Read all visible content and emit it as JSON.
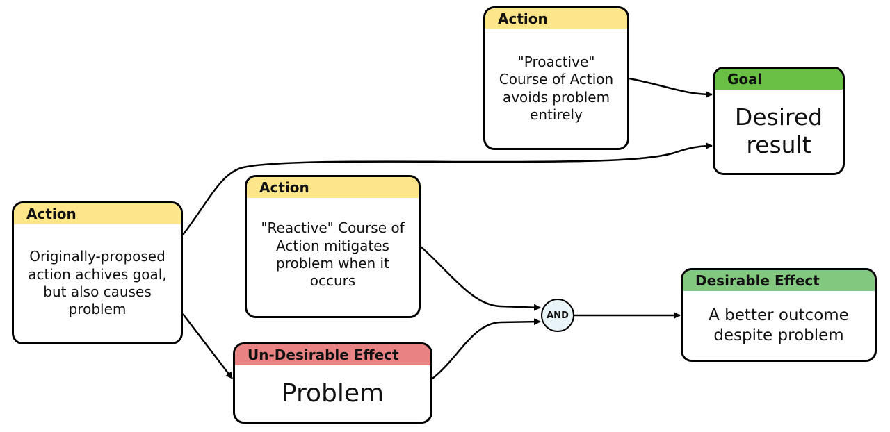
{
  "nodes": {
    "action_proactive": {
      "header": "Action",
      "text": "\"Proactive\" Course of Action avoids problem entirely"
    },
    "goal": {
      "header": "Goal",
      "text": "Desired result"
    },
    "action_reactive": {
      "header": "Action",
      "text": "\"Reactive\" Course of Action mitigates problem when it occurs"
    },
    "action_original": {
      "header": "Action",
      "text": "Originally-proposed action achives goal, but also causes problem"
    },
    "desirable_effect": {
      "header": "Desirable Effect",
      "text": "A better outcome despite problem"
    },
    "undesirable_effect": {
      "header": "Un-Desirable Effect",
      "text": "Problem"
    },
    "and_gate": {
      "label": "AND"
    }
  },
  "colors": {
    "action_header": "#fde68a",
    "goal_header": "#6abf45",
    "desirable_header": "#82c97f",
    "undesirable_header": "#e98383",
    "and_fill": "#e8f4f8",
    "border": "#000000"
  }
}
